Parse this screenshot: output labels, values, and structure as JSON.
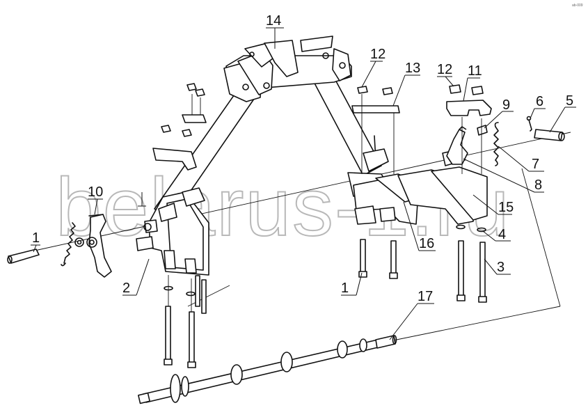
{
  "watermark": "belarus-1.ru",
  "corner_code": "ab-009",
  "callouts": [
    "1",
    "2",
    "3",
    "4",
    "5",
    "6",
    "7",
    "8",
    "9",
    "10",
    "11",
    "12",
    "13",
    "14",
    "15",
    "16",
    "17"
  ],
  "extra_callouts": [
    "1",
    "12"
  ]
}
